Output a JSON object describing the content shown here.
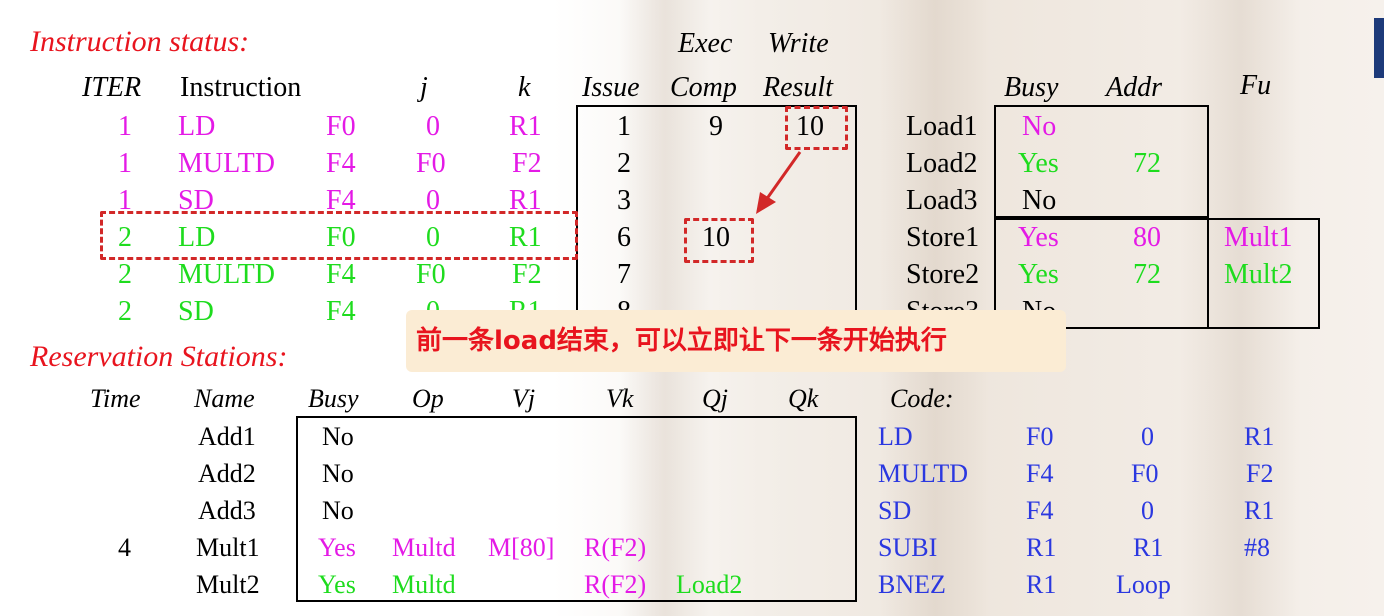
{
  "instruction_status": {
    "title": "Instruction status:",
    "header_exec": "Exec",
    "header_write": "Write",
    "columns": [
      "ITER",
      "Instruction",
      "j",
      "k",
      "Issue",
      "Comp",
      "Result"
    ],
    "rows": [
      {
        "iter": "1",
        "op": "LD",
        "j": "F0",
        "k": "0",
        "kk": "R1",
        "issue": "1",
        "comp": "9",
        "result": "10"
      },
      {
        "iter": "1",
        "op": "MULTD",
        "j": "F4",
        "k": "F0",
        "kk": "F2",
        "issue": "2",
        "comp": "",
        "result": ""
      },
      {
        "iter": "1",
        "op": "SD",
        "j": "F4",
        "k": "0",
        "kk": "R1",
        "issue": "3",
        "comp": "",
        "result": ""
      },
      {
        "iter": "2",
        "op": "LD",
        "j": "F0",
        "k": "0",
        "kk": "R1",
        "issue": "6",
        "comp": "10",
        "result": ""
      },
      {
        "iter": "2",
        "op": "MULTD",
        "j": "F4",
        "k": "F0",
        "kk": "F2",
        "issue": "7",
        "comp": "",
        "result": ""
      },
      {
        "iter": "2",
        "op": "SD",
        "j": "F4",
        "k": "0",
        "kk": "R1",
        "issue": "8",
        "comp": "",
        "result": ""
      }
    ]
  },
  "load_store_buffers": {
    "columns": [
      "Busy",
      "Addr",
      "Fu"
    ],
    "rows": [
      {
        "name": "Load1",
        "busy": "No",
        "addr": "",
        "fu": ""
      },
      {
        "name": "Load2",
        "busy": "Yes",
        "addr": "72",
        "fu": ""
      },
      {
        "name": "Load3",
        "busy": "No",
        "addr": "",
        "fu": ""
      },
      {
        "name": "Store1",
        "busy": "Yes",
        "addr": "80",
        "fu": "Mult1"
      },
      {
        "name": "Store2",
        "busy": "Yes",
        "addr": "72",
        "fu": "Mult2"
      },
      {
        "name": "Store3",
        "busy": "No",
        "addr": "",
        "fu": ""
      }
    ]
  },
  "callout": {
    "text": "前一条load结束，可以立即让下一条开始执行"
  },
  "reservation_stations": {
    "title": "Reservation Stations:",
    "columns": [
      "Time",
      "Name",
      "Busy",
      "Op",
      "Vj",
      "Vk",
      "Qj",
      "Qk"
    ],
    "rows": [
      {
        "time": "",
        "name": "Add1",
        "busy": "No",
        "op": "",
        "vj": "",
        "vk": "",
        "qj": "",
        "qk": ""
      },
      {
        "time": "",
        "name": "Add2",
        "busy": "No",
        "op": "",
        "vj": "",
        "vk": "",
        "qj": "",
        "qk": ""
      },
      {
        "time": "",
        "name": "Add3",
        "busy": "No",
        "op": "",
        "vj": "",
        "vk": "",
        "qj": "",
        "qk": ""
      },
      {
        "time": "4",
        "name": "Mult1",
        "busy": "Yes",
        "op": "Multd",
        "vj": "M[80]",
        "vk": "R(F2)",
        "qj": "",
        "qk": ""
      },
      {
        "time": "",
        "name": "Mult2",
        "busy": "Yes",
        "op": "Multd",
        "vj": "",
        "vk": "R(F2)",
        "qj": "Load2",
        "qk": ""
      }
    ]
  },
  "code": {
    "title": "Code:",
    "rows": [
      {
        "op": "LD",
        "a": "F0",
        "b": "0",
        "c": "R1"
      },
      {
        "op": "MULTD",
        "a": "F4",
        "b": "F0",
        "c": "F2"
      },
      {
        "op": "SD",
        "a": "F4",
        "b": "0",
        "c": "R1"
      },
      {
        "op": "SUBI",
        "a": "R1",
        "b": "R1",
        "c": "#8"
      },
      {
        "op": "BNEZ",
        "a": "R1",
        "b": "Loop",
        "c": ""
      }
    ]
  },
  "colors": {
    "title": "#e8141e",
    "iter1": "#e41ae6",
    "iter2": "#1edc1e",
    "code": "#2b38e0",
    "highlight": "#d22828"
  }
}
